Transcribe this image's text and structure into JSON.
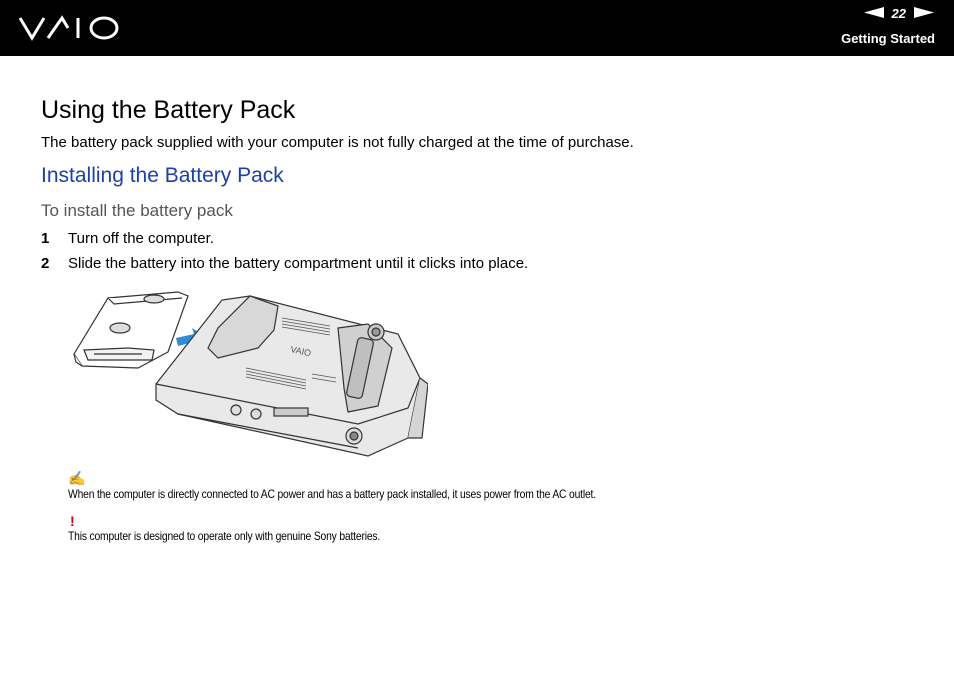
{
  "header": {
    "brand": "VAIO",
    "page_number": "22",
    "section": "Getting Started",
    "prev_icon": "triangle-left-icon",
    "next_icon": "triangle-right-icon"
  },
  "content": {
    "title": "Using the Battery Pack",
    "intro": "The battery pack supplied with your computer is not fully charged at the time of purchase.",
    "subtitle": "Installing the Battery Pack",
    "procedure_title": "To install the battery pack",
    "steps": [
      {
        "num": "1",
        "text": "Turn off the computer."
      },
      {
        "num": "2",
        "text": "Slide the battery into the battery compartment until it clicks into place."
      }
    ],
    "note_icon": "pencil-note-icon",
    "note": "When the computer is directly connected to AC power and has a battery pack installed, it uses power from the AC outlet.",
    "warning_icon": "exclamation-icon",
    "warning_mark": "!",
    "warning": "This computer is designed to operate only with genuine Sony batteries."
  },
  "colors": {
    "header_bg": "#000000",
    "subtitle": "#1c3fa8",
    "warning": "#cc0000",
    "arrow": "#2a8fd8"
  }
}
